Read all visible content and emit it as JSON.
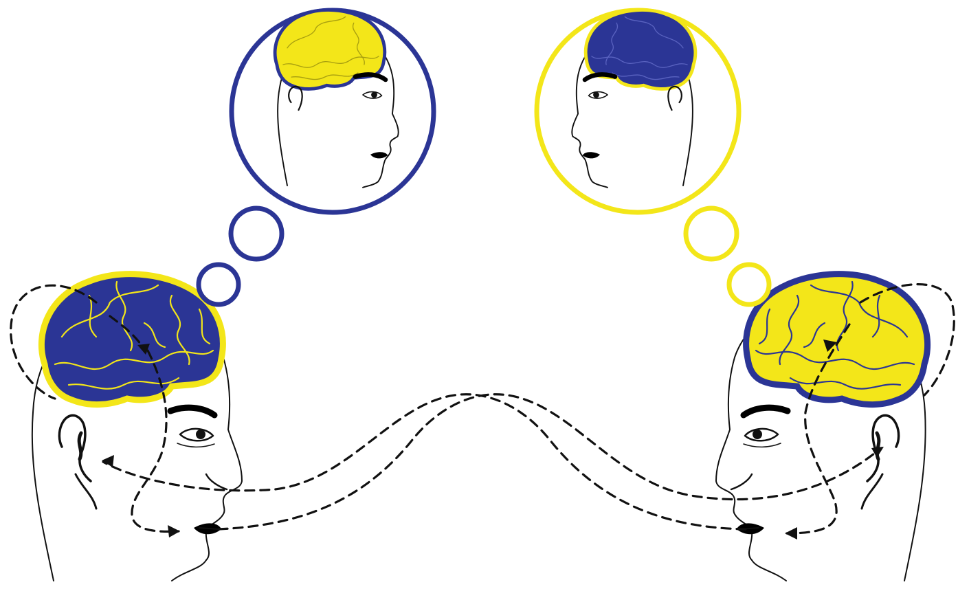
{
  "colors": {
    "blue": "#2b3595",
    "yellow": "#f3e619",
    "ink": "#111111",
    "background": "#ffffff"
  },
  "figures": {
    "left_person": {
      "brain_fill": "blue",
      "brain_outline": "yellow",
      "facing": "right"
    },
    "right_person": {
      "brain_fill": "yellow",
      "brain_outline": "blue",
      "facing": "left"
    }
  },
  "thought_bubbles": {
    "left": {
      "color": "blue",
      "imagined_brain_fill": "yellow",
      "imagined_facing": "right"
    },
    "right": {
      "color": "yellow",
      "imagined_brain_fill": "blue",
      "imagined_facing": "left"
    }
  },
  "icons": {
    "arrowhead": "arrowhead-icon",
    "brain": "brain-icon"
  }
}
